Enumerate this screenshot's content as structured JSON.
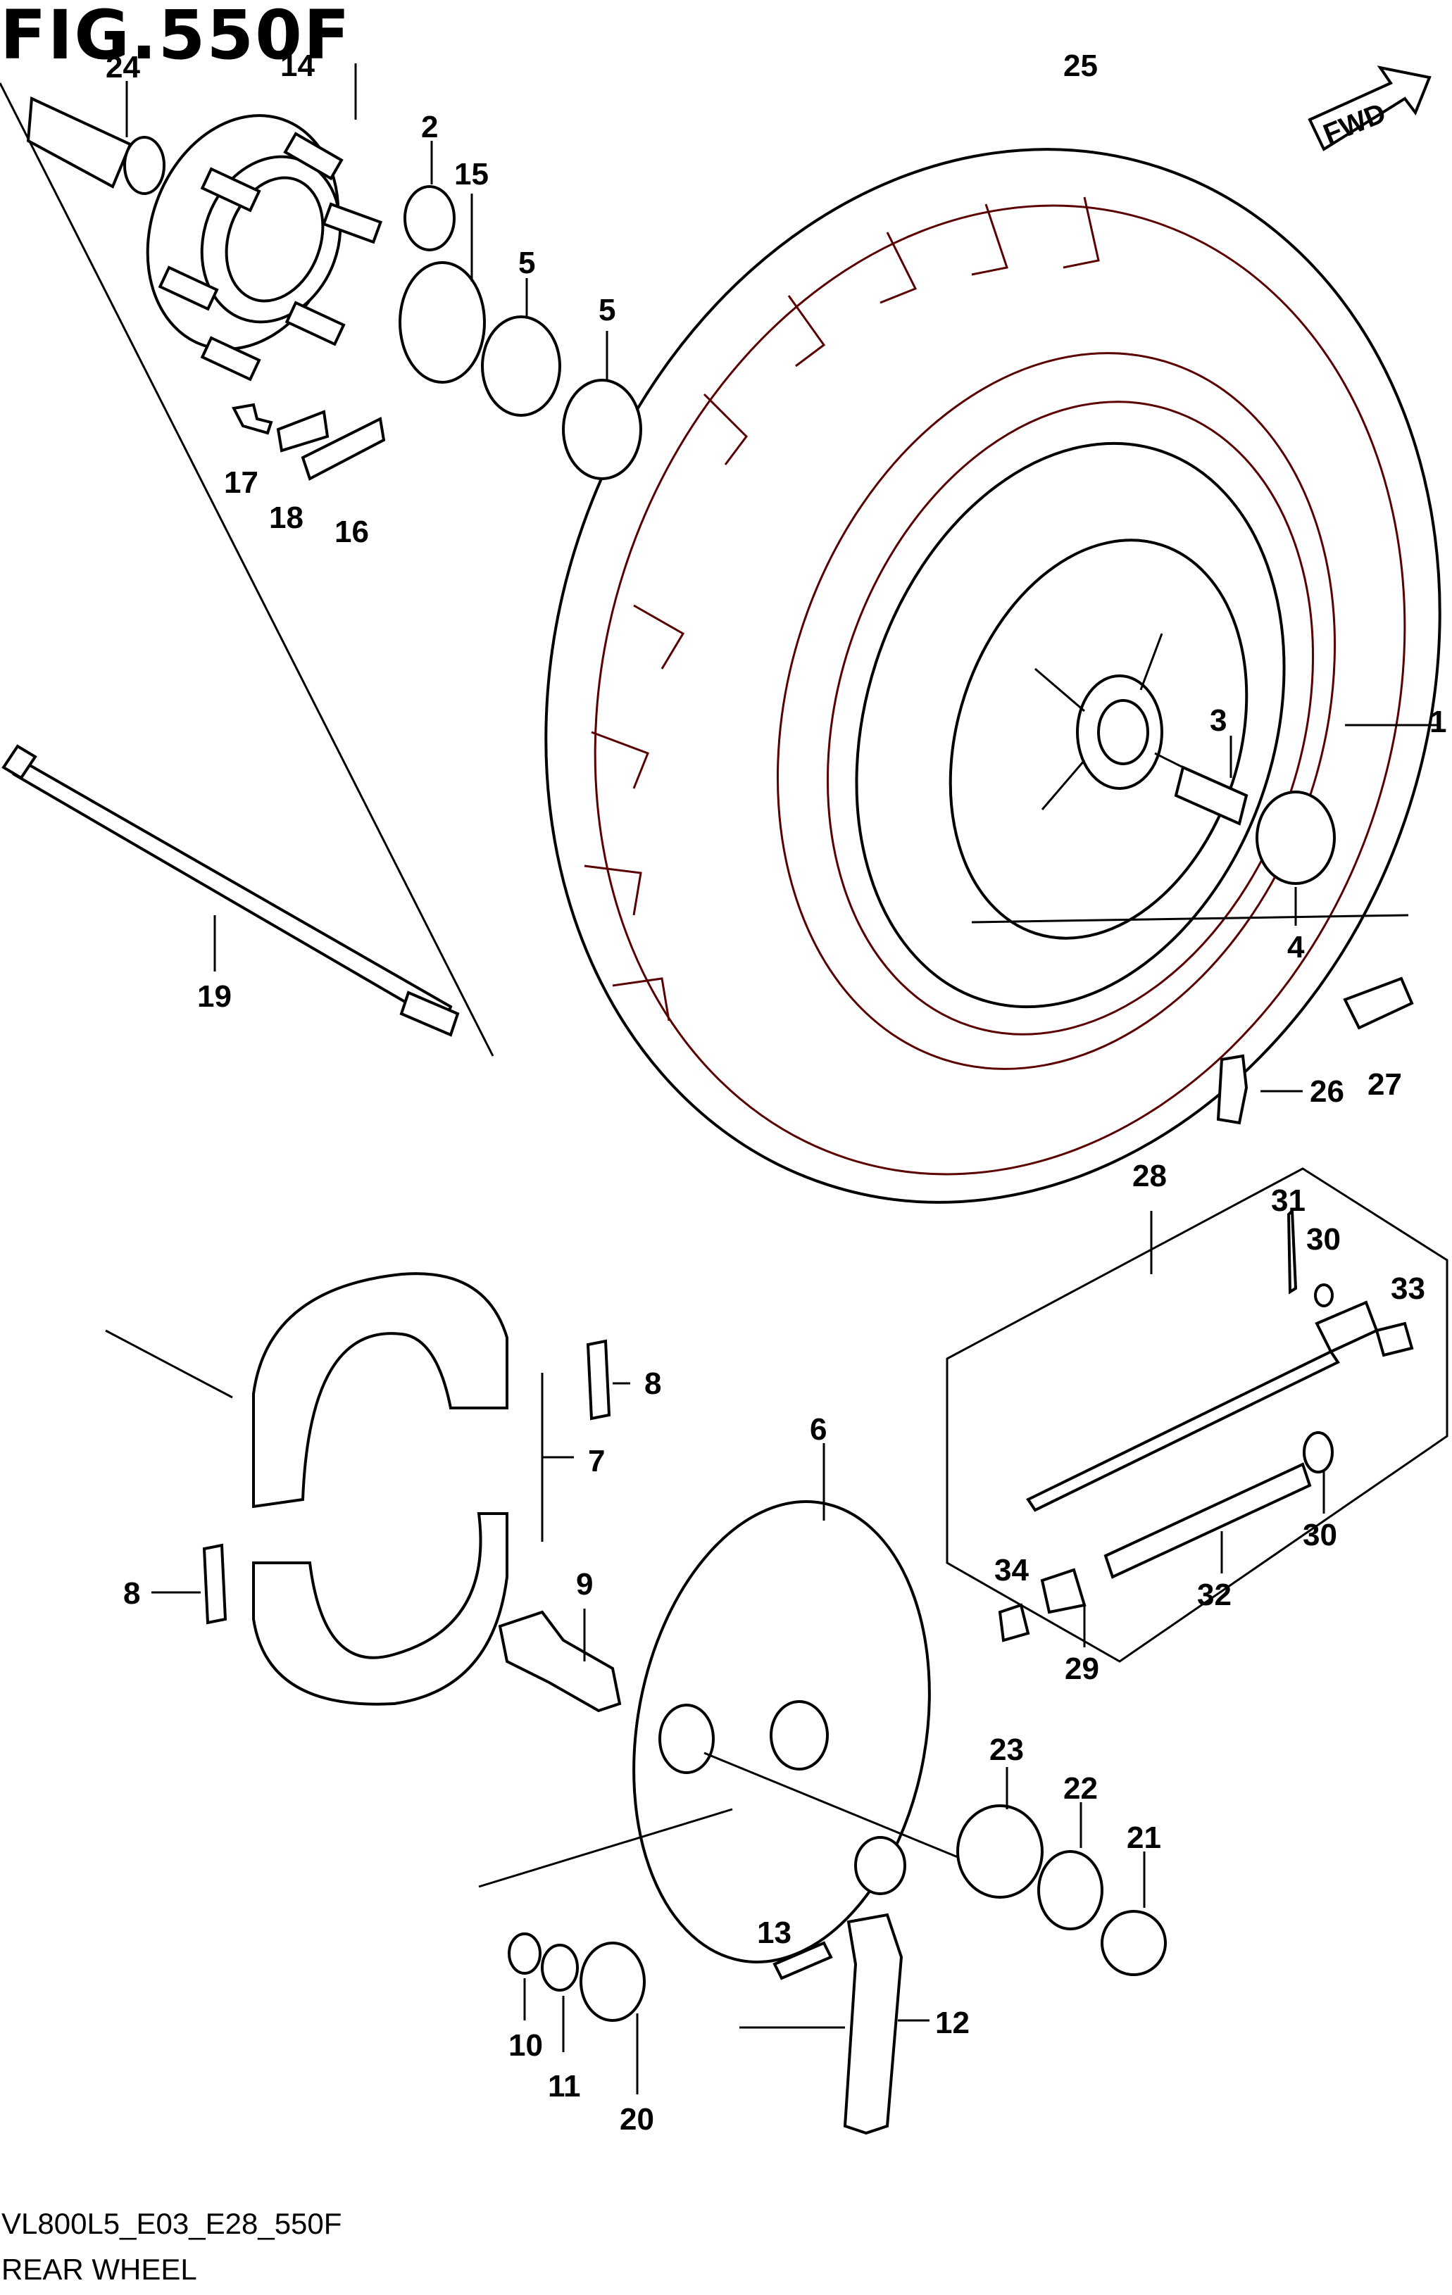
{
  "figure": {
    "title": "FIG.550F",
    "code": "VL800L5_E03_E28_550F",
    "name": "REAR WHEEL",
    "fwd_label": "FWD"
  },
  "colors": {
    "ink": "#000000",
    "tire_line": "#5a0000",
    "background": "#ffffff"
  },
  "callouts": [
    "1",
    "2",
    "3",
    "4",
    "5",
    "5",
    "6",
    "7",
    "8",
    "8",
    "9",
    "10",
    "11",
    "12",
    "13",
    "14",
    "15",
    "16",
    "17",
    "18",
    "19",
    "20",
    "21",
    "22",
    "23",
    "24",
    "25",
    "26",
    "27",
    "28",
    "29",
    "30",
    "30",
    "31",
    "32",
    "33",
    "34"
  ]
}
